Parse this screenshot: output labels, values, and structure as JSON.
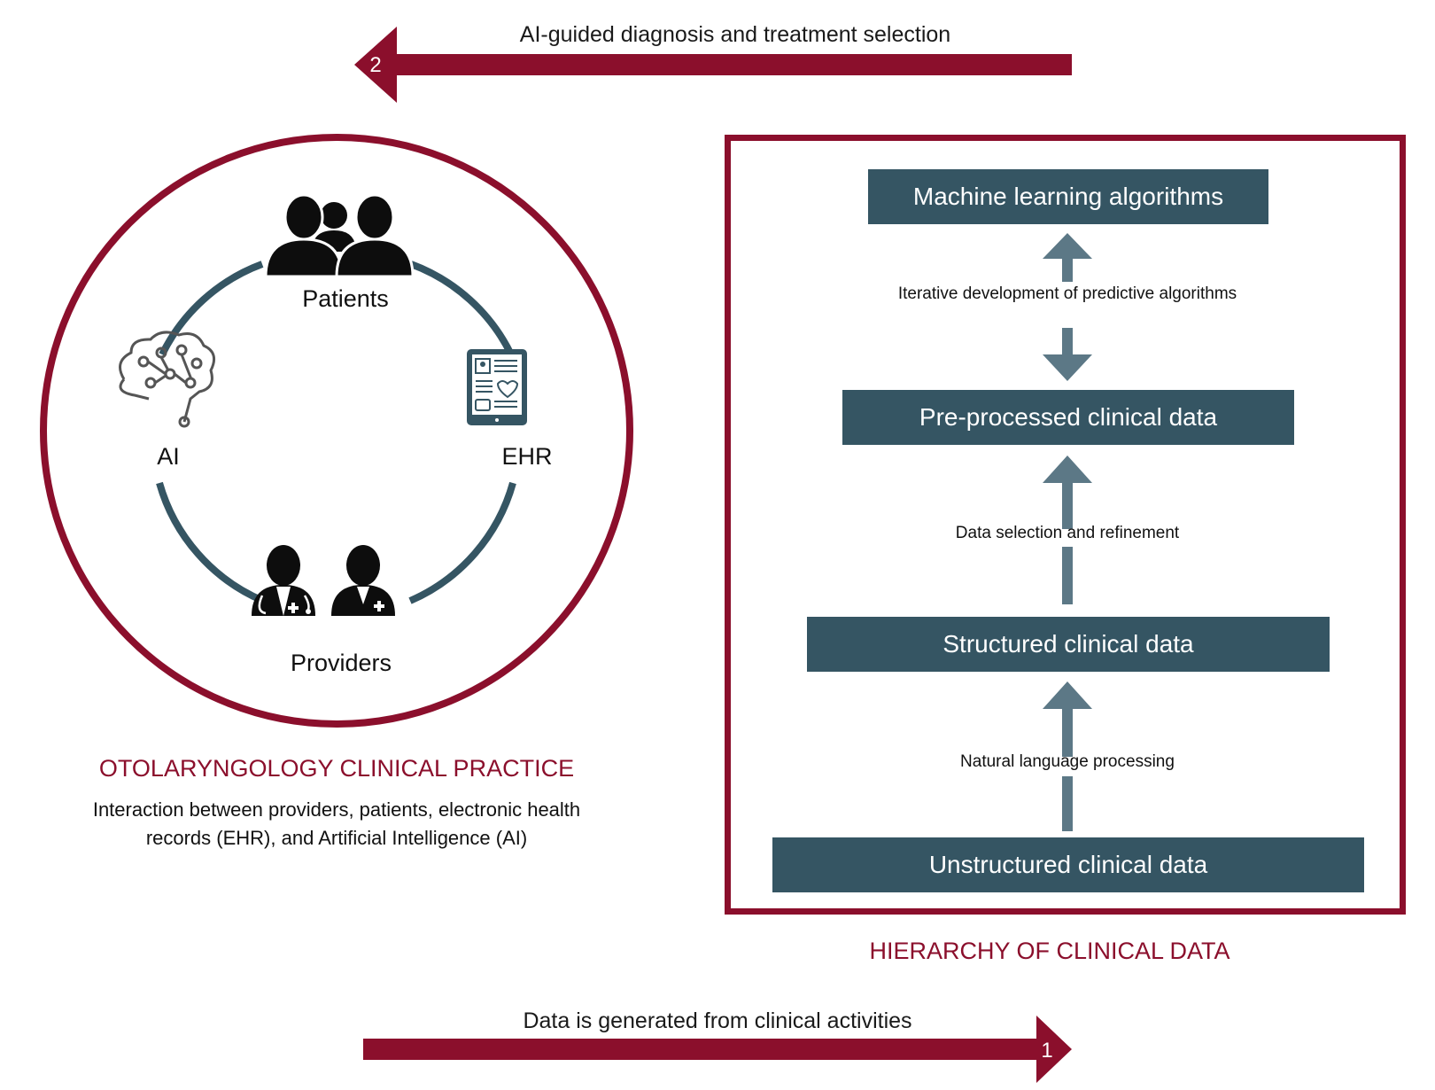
{
  "top_arrow": {
    "label": "AI-guided diagnosis and treatment selection",
    "number": "2"
  },
  "bottom_arrow": {
    "label": "Data is generated from clinical activities",
    "number": "1"
  },
  "practice": {
    "nodes": {
      "patients": "Patients",
      "ai": "AI",
      "ehr": "EHR",
      "providers": "Providers"
    },
    "title": "OTOLARYNGOLOGY CLINICAL PRACTICE",
    "description_line1": "Interaction between providers, patients, electronic health",
    "description_line2": "records (EHR), and Artificial Intelligence (AI)"
  },
  "hierarchy": {
    "title": "HIERARCHY OF CLINICAL DATA",
    "levels": [
      "Machine learning algorithms",
      "Pre-processed clinical data",
      "Structured clinical data",
      "Unstructured clinical data"
    ],
    "steps": [
      "Iterative development of predictive algorithms",
      "Data selection and refinement",
      "Natural language processing"
    ]
  },
  "colors": {
    "accent": "#8b0f2c",
    "box": "#355563",
    "arrow": "#5c7886"
  }
}
